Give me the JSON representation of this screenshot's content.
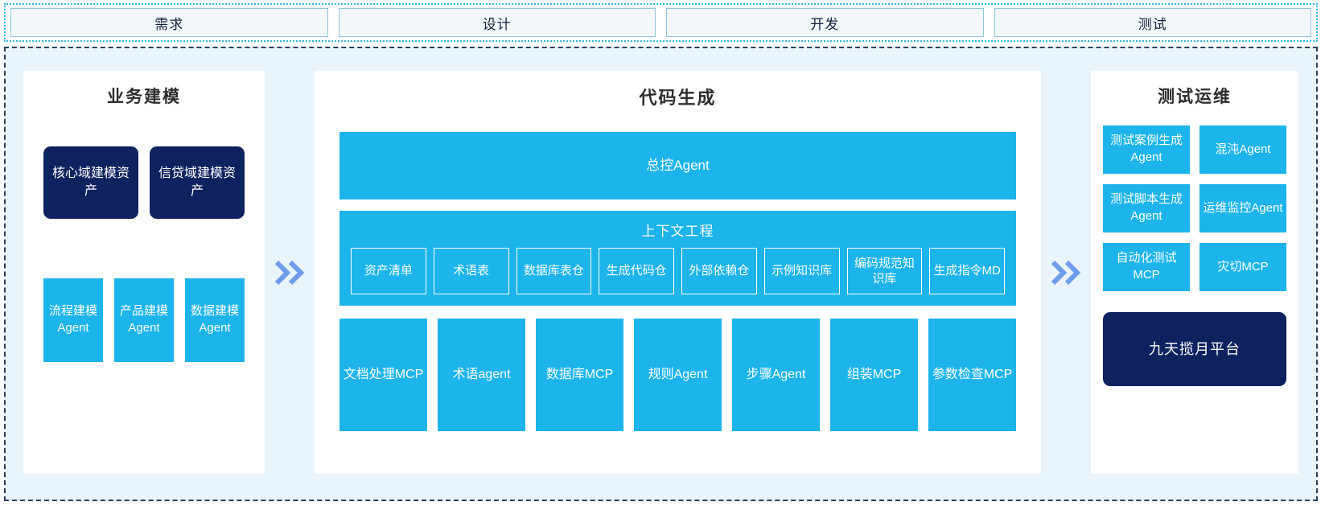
{
  "phases": [
    {
      "label": "需求"
    },
    {
      "label": "设计"
    },
    {
      "label": "开发"
    },
    {
      "label": "测试"
    }
  ],
  "left_panel": {
    "title": "业务建模",
    "assets": [
      {
        "label": "核心域建模资产"
      },
      {
        "label": "信贷域建模资产"
      }
    ],
    "agents": [
      {
        "label": "流程建模Agent"
      },
      {
        "label": "产品建模Agent"
      },
      {
        "label": "数据建模Agent"
      }
    ]
  },
  "center_panel": {
    "title": "代码生成",
    "master_agent": "总控Agent",
    "context": {
      "title": "上下文工程",
      "items": [
        {
          "label": "资产清单"
        },
        {
          "label": "术语表"
        },
        {
          "label": "数据库表仓"
        },
        {
          "label": "生成代码仓"
        },
        {
          "label": "外部依赖仓"
        },
        {
          "label": "示例知识库"
        },
        {
          "label": "编码规范知识库"
        },
        {
          "label": "生成指令MD"
        }
      ]
    },
    "tools": [
      {
        "label": "文档处理MCP"
      },
      {
        "label": "术语agent"
      },
      {
        "label": "数据库MCP"
      },
      {
        "label": "规则Agent"
      },
      {
        "label": "步骤Agent"
      },
      {
        "label": "组装MCP"
      },
      {
        "label": "参数检查MCP"
      }
    ]
  },
  "right_panel": {
    "title": "测试运维",
    "items": [
      {
        "label": "测试案例生成Agent"
      },
      {
        "label": "混沌Agent"
      },
      {
        "label": "测试脚本生成Agent"
      },
      {
        "label": "运维监控Agent"
      },
      {
        "label": "自动化测试MCP"
      },
      {
        "label": "灾切MCP"
      }
    ],
    "platform": "九天揽月平台"
  },
  "separators": {
    "glyph": "»"
  },
  "colors": {
    "accent_blue": "#1cb4ea",
    "navy": "#0e2260",
    "chevron": "#6f9ceb",
    "body_bg": "#e9f4fc",
    "phase_bg": "#f2f7fa",
    "phase_border": "#8cc5d9"
  }
}
